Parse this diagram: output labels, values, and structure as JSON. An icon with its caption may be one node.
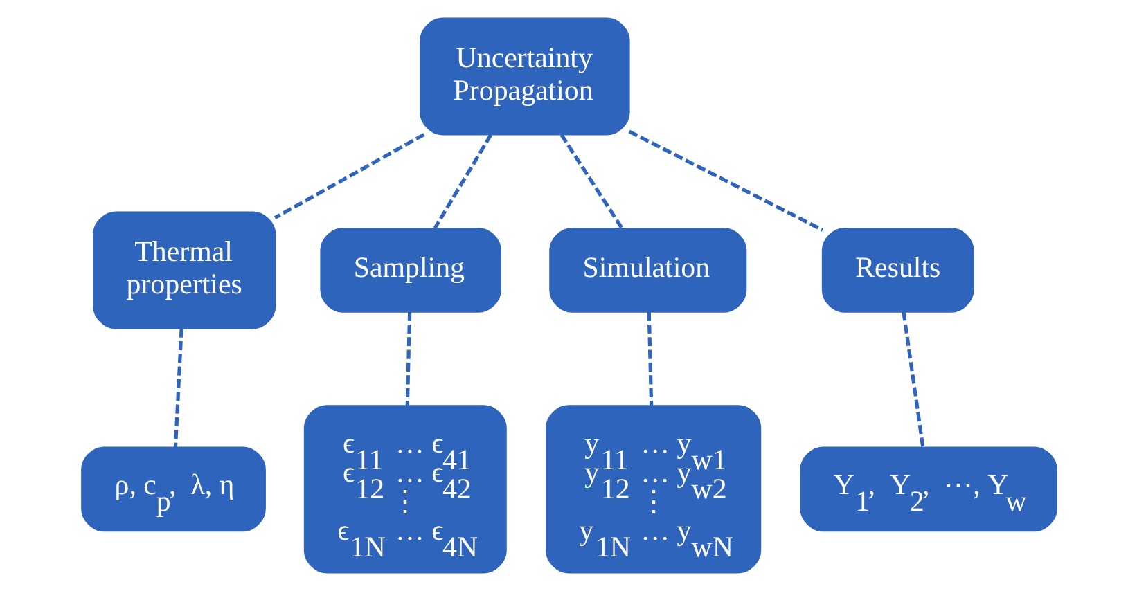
{
  "diagram": {
    "nodes": [
      {
        "text": [
          "Uncertainty Propagation"
        ]
      },
      {
        "text": [
          "Thermal properties"
        ]
      },
      {
        "text": [
          "Sampling"
        ]
      },
      {
        "text": [
          "Simulation"
        ]
      },
      {
        "text": [
          "Results"
        ]
      },
      {
        "text": [
          "ρ, c$_{p}$, λ, η"
        ]
      },
      {
        "text": [
          "ϵ$_{11}$ … ϵ$_{41}$ ϵ$_{12}$ … ϵ$_{42}$ ⋮ ϵ$_{1N}$ … ϵ$_{4N}$"
        ]
      },
      {
        "text": [
          "y$_{11}$ … y$_{w1}$ y$_{12}$ … y$_{w2}$ ⋮ y$_{1N}$ … y$_{wN}$"
        ]
      },
      {
        "text": [
          "Y$_{1}$, Y$_{2}$, ⋯, Y$_{w}$"
        ]
      }
    ],
    "edges": [
      {
        "from": 0,
        "to": 1,
        "arrow": "none",
        "style": "dashed"
      },
      {
        "from": 0,
        "to": 2,
        "arrow": "none",
        "style": "dashed"
      },
      {
        "from": 0,
        "to": 3,
        "arrow": "none",
        "style": "dashed"
      },
      {
        "from": 0,
        "to": 4,
        "arrow": "none",
        "style": "dashed"
      },
      {
        "from": 1,
        "to": 5,
        "arrow": "none",
        "style": "dashed"
      },
      {
        "from": 2,
        "to": 6,
        "arrow": "none",
        "style": "dashed"
      },
      {
        "from": 3,
        "to": 7,
        "arrow": "none",
        "style": "dashed"
      },
      {
        "from": 4,
        "to": 8,
        "arrow": "none",
        "style": "dashed"
      }
    ]
  }
}
